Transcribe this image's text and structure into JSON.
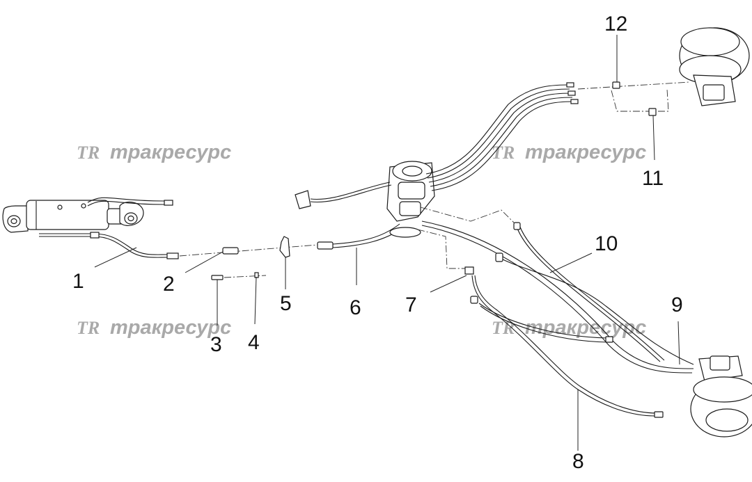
{
  "watermark": {
    "logo": "TR",
    "text": "тракресурс"
  },
  "callouts": [
    "1",
    "2",
    "3",
    "4",
    "5",
    "6",
    "7",
    "8",
    "9",
    "10",
    "11",
    "12"
  ]
}
